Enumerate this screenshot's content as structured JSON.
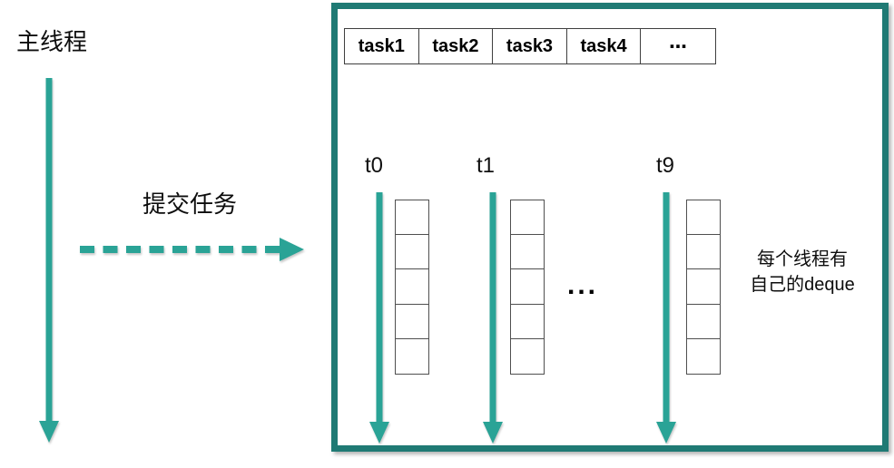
{
  "diagram": {
    "main_thread_label": "主线程",
    "submit_task_label": "提交任务",
    "task_queue": {
      "cells": [
        "task1",
        "task2",
        "task3",
        "task4",
        "⋯"
      ]
    },
    "threads": [
      {
        "label": "t0"
      },
      {
        "label": "t1"
      },
      {
        "label": "t9"
      }
    ],
    "threads_ellipsis": "...",
    "deque_note_line1": "每个线程有",
    "deque_note_line2": "自己的deque",
    "deque_cells_per_thread": 5,
    "colors": {
      "arrow_teal": "#2aa396",
      "box_border": "#1f7a74",
      "deque_cell_border": "#4f4f4f",
      "table_border": "#3f3f3f"
    }
  }
}
